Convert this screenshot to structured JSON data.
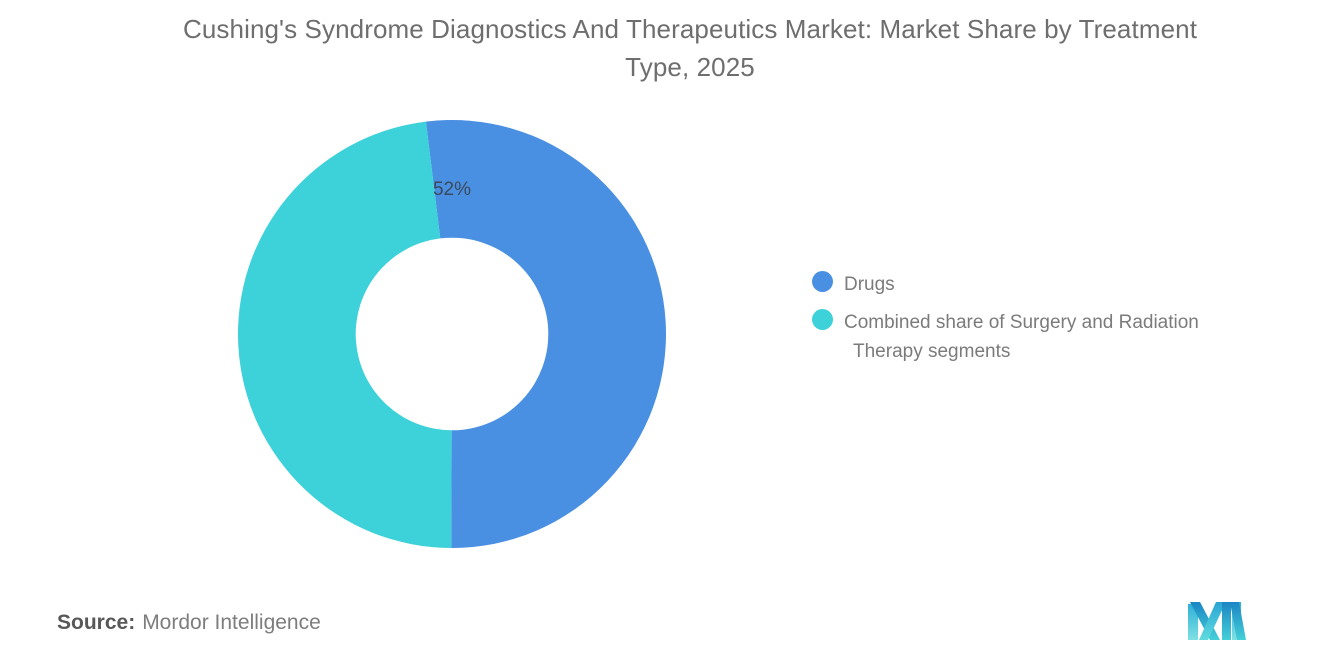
{
  "chart_data": {
    "type": "pie",
    "variant": "donut",
    "title": "Cushing's Syndrome Diagnostics And Therapeutics Market: Market Share by Treatment Type, 2025",
    "subtitle": "",
    "xlabel": "",
    "ylabel": "",
    "unit": "%",
    "legend_position": "right",
    "grid": false,
    "start_angle_deg": -7,
    "inner_radius_ratio": 0.45,
    "categories": [
      "Drugs",
      "Combined share of Surgery and Radiation Therapy segments"
    ],
    "values": [
      52,
      48
    ],
    "colors": [
      "#4a90e2",
      "#3dd1d9"
    ],
    "data_labels": [
      "52%",
      ""
    ],
    "slices": [
      {
        "label": "Drugs",
        "value": 52,
        "display": "52%",
        "color": "#4a90e2",
        "label_shown": true
      },
      {
        "label": "Combined share of Surgery and Radiation Therapy segments",
        "value": 48,
        "display": "",
        "color": "#3dd1d9",
        "label_shown": false
      }
    ]
  },
  "header": {
    "title": "Cushing's Syndrome Diagnostics And Therapeutics Market: Market Share by Treatment Type, 2025"
  },
  "legend": {
    "items": [
      {
        "label": "Drugs",
        "label_line1": "Drugs",
        "label_line2": "",
        "color": "#4a90e2"
      },
      {
        "label": "Combined share of Surgery and Radiation Therapy segments",
        "label_line1": "Combined share of Surgery and Radiation",
        "label_line2": "Therapy segments",
        "color": "#3dd1d9"
      }
    ]
  },
  "labels": {
    "drugs_percent": "52%"
  },
  "footer": {
    "source_key": "Source:",
    "source_value": "Mordor Intelligence",
    "logo_name": "mordor-intelligence-logo",
    "logo_colors": {
      "dark_blue": "#1b85c4",
      "mid_blue": "#2aa5d4",
      "teal": "#44d0d8",
      "light_teal": "#7fe0e2"
    }
  },
  "theme": {
    "background": "#ffffff",
    "title_color": "#6e6e6e",
    "legend_text_color": "#7b7b7b",
    "data_label_color": "#3a4a5c",
    "accent_blue": "#4a90e2",
    "accent_teal": "#3dd1d9"
  }
}
